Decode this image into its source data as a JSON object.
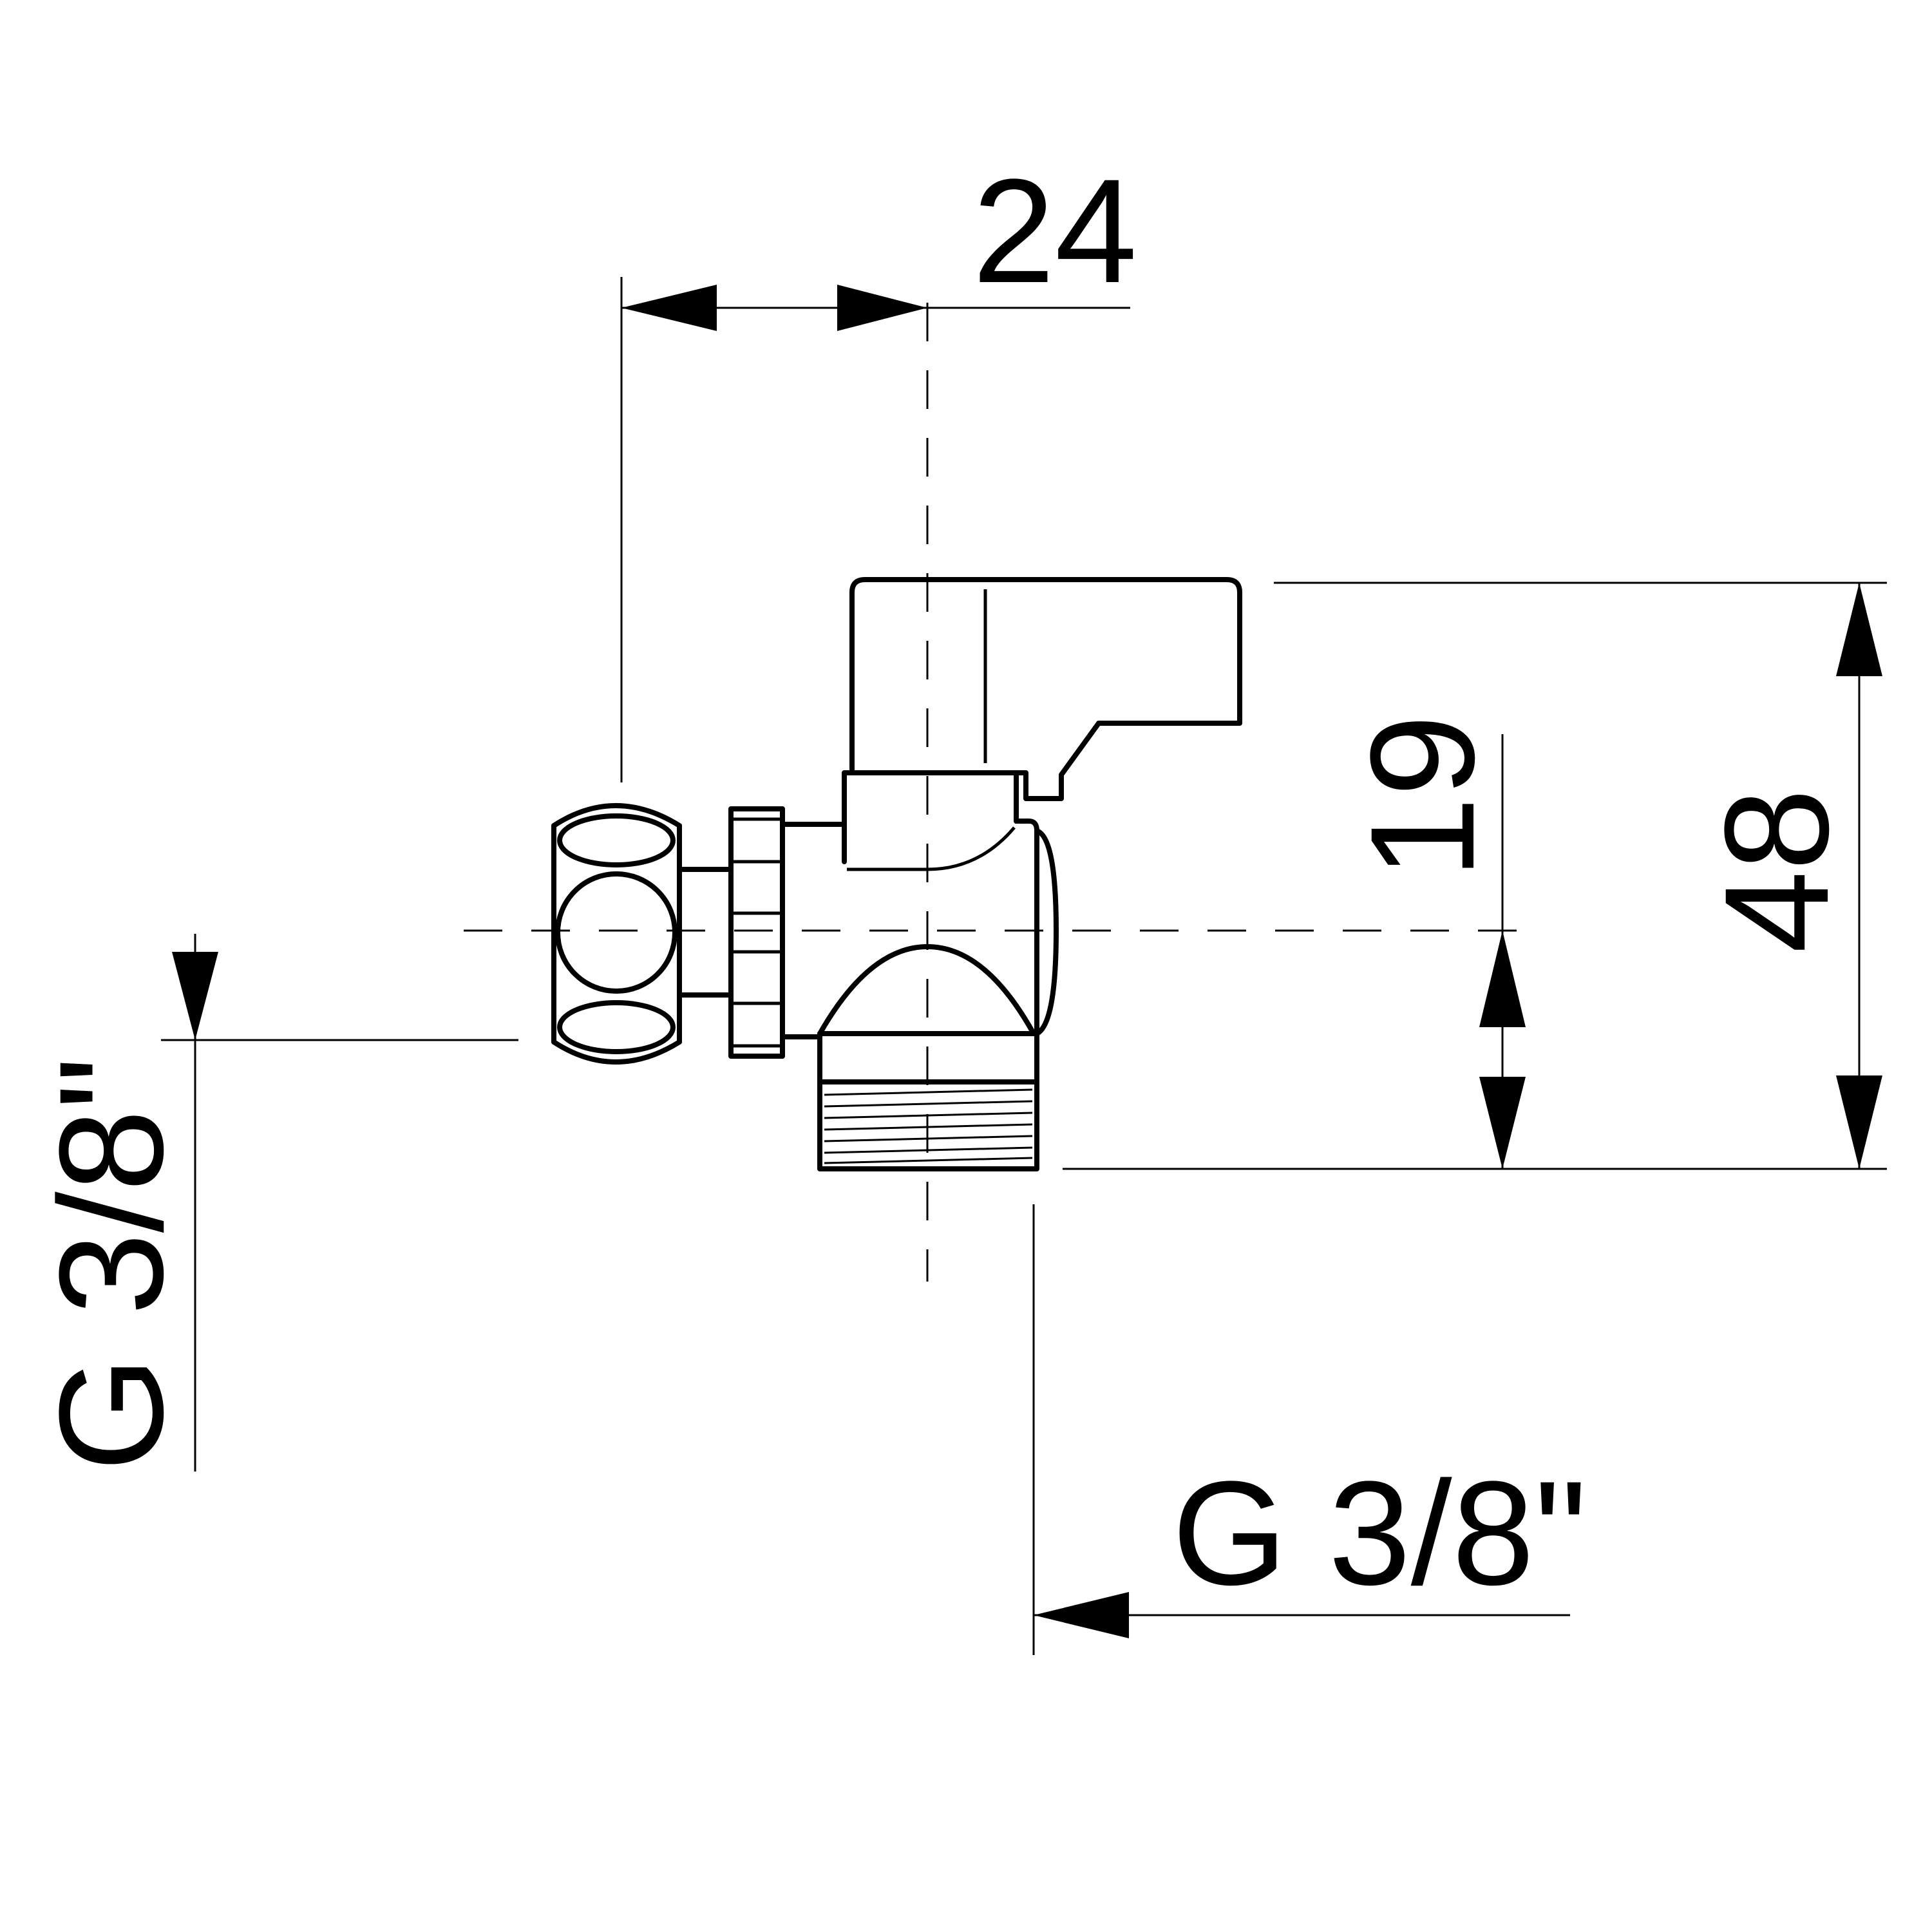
{
  "dimensions": {
    "width_24": "24",
    "height_48": "48",
    "height_19": "19",
    "thread_side": "G 3/8\"",
    "thread_bottom": "G 3/8\""
  },
  "colors": {
    "line": "#000000",
    "background": "#ffffff"
  },
  "icons": {
    "valve": "angle-ball-valve-drawing"
  }
}
